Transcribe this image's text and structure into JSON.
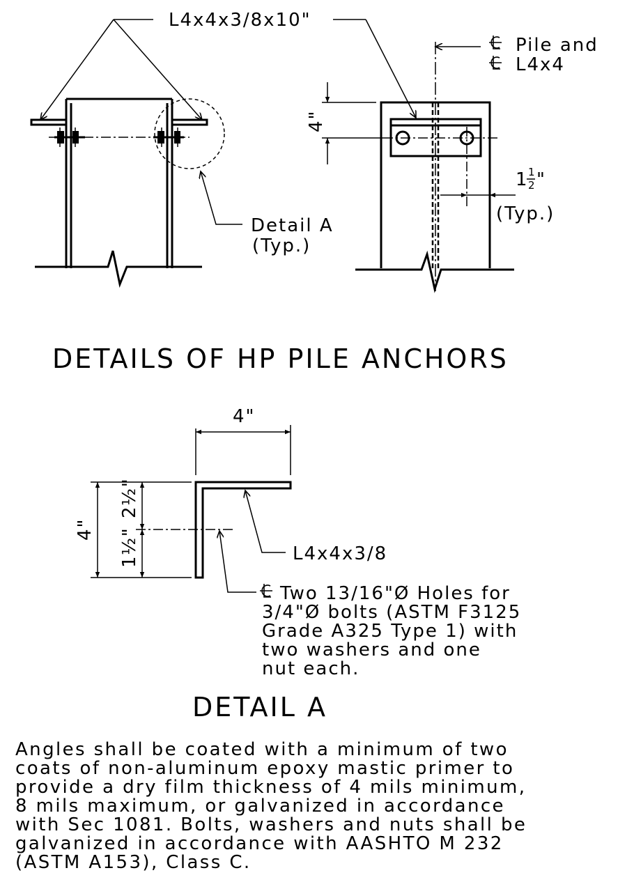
{
  "figure1": {
    "angle_label": "L4x4x3/8x10\"",
    "centerline_label_line1": "Pile and",
    "centerline_label_line2": "L4x4",
    "dim_4": "4\"",
    "dim_1half_whole": "1",
    "dim_1half_num": "1",
    "dim_1half_den": "2",
    "dim_1half_inch": "\"",
    "typ_label": "(Typ.)",
    "detail_a_line1": "Detail A",
    "detail_a_line2": "(Typ.)"
  },
  "heading_main": "DETAILS OF HP PILE ANCHORS",
  "detail": {
    "dim_top": "4\"",
    "dim_left": "4\"",
    "dim_upper": "2½\"",
    "dim_lower": "1½\"",
    "angle_label": "L4x4x3/8",
    "holes_note": [
      "Two 13/16\"Ø Holes for",
      "3/4\"Ø bolts (ASTM F3125",
      "Grade A325 Type 1) with",
      "two washers and one",
      "nut each."
    ]
  },
  "heading_detail": "DETAIL A",
  "notes": [
    "Angles shall be coated with a minimum of two",
    "coats of non-aluminum epoxy mastic primer to",
    "provide a dry film thickness of 4 mils minimum,",
    "8 mils maximum, or galvanized in accordance",
    "with Sec 1081. Bolts, washers and nuts shall be",
    "galvanized in accordance with AASHTO M 232",
    "(ASTM A153), Class C."
  ]
}
